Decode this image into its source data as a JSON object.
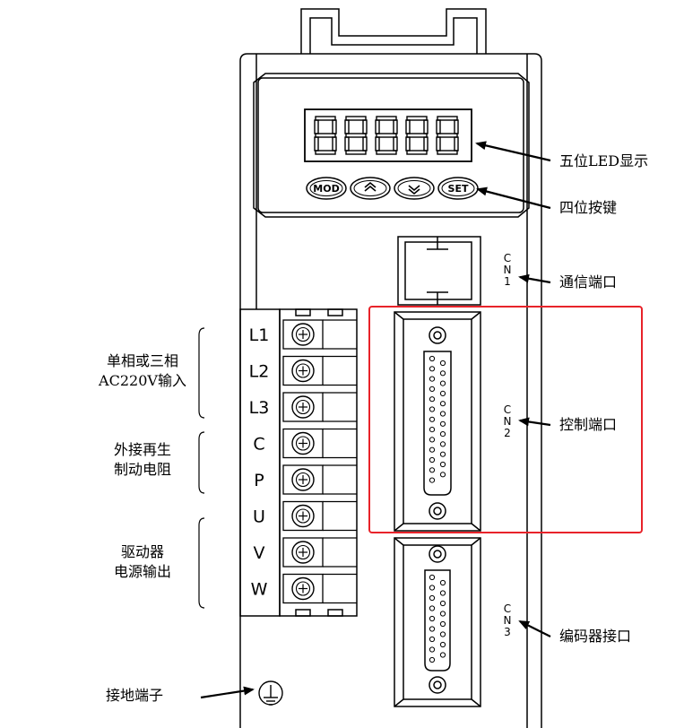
{
  "display": {
    "digits": [
      "8",
      "8",
      "8",
      "8",
      "8"
    ]
  },
  "keys": [
    {
      "label": "MOD"
    },
    {
      "label": "",
      "icon": "chevron-up-icon"
    },
    {
      "label": "",
      "icon": "chevron-down-icon"
    },
    {
      "label": "SET"
    }
  ],
  "terminals": [
    "L1",
    "L2",
    "L3",
    "C",
    "P",
    "U",
    "V",
    "W"
  ],
  "connectors": {
    "cn1": [
      "C",
      "N",
      "1"
    ],
    "cn2": [
      "C",
      "N",
      "2"
    ],
    "cn3": [
      "C",
      "N",
      "3"
    ]
  },
  "callouts": {
    "led_display": "五位LED显示",
    "keys": "四位按键",
    "comm_port": "通信端口",
    "control_port": "控制端口",
    "encoder_port": "编码器接口",
    "ground": "接地端子"
  },
  "groups": {
    "input_line1": "单相或三相",
    "input_line2": "AC220V输入",
    "regen_line1": "外接再生",
    "regen_line2": "制动电阻",
    "output_line1": "驱动器",
    "output_line2": "电源输出"
  },
  "colors": {
    "highlight": "#e8232a",
    "line": "#000000"
  }
}
